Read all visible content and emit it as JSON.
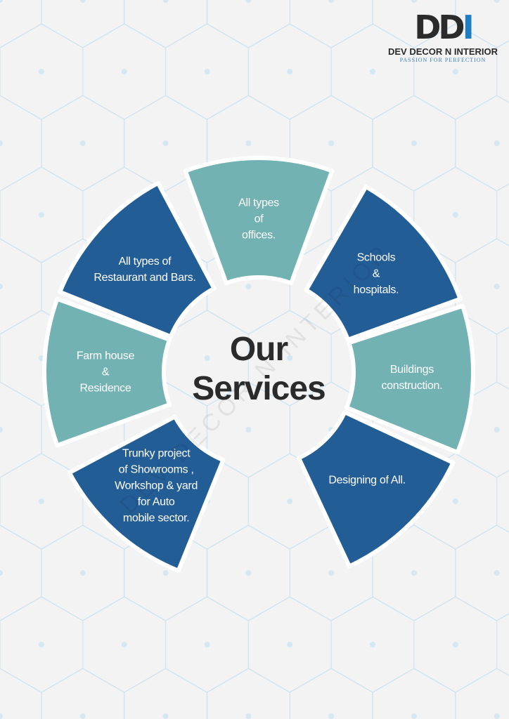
{
  "logo": {
    "mark": "DDI",
    "name": "DEV DECOR N INTERIOR",
    "tagline": "PASSION FOR PERFECTION"
  },
  "title": {
    "line1": "Our",
    "line2": "Services"
  },
  "watermark": "DEV DECOR N INTERIOR",
  "colors": {
    "dark": "#235d96",
    "teal": "#73b2b3",
    "text": "#2b2b2b"
  },
  "services": [
    {
      "label": "All types\nof\noffices.",
      "color": "teal",
      "angle": -90
    },
    {
      "label": "Schools\n&\nhospitals.",
      "color": "dark",
      "angle": -40
    },
    {
      "label": "Buildings\nconstruction.",
      "color": "teal",
      "angle": 2
    },
    {
      "label": "Designing of All.",
      "color": "dark",
      "angle": 45
    },
    {
      "label": "Trunky project\nof Showrooms ,\nWorkshop & yard\nfor Auto\nmobile sector.",
      "color": "dark",
      "angle": 132
    },
    {
      "label": "Farm house\n&\nResidence",
      "color": "teal",
      "angle": 180
    },
    {
      "label": "All types of\nRestaurant and Bars.",
      "color": "dark",
      "angle": -138
    }
  ]
}
